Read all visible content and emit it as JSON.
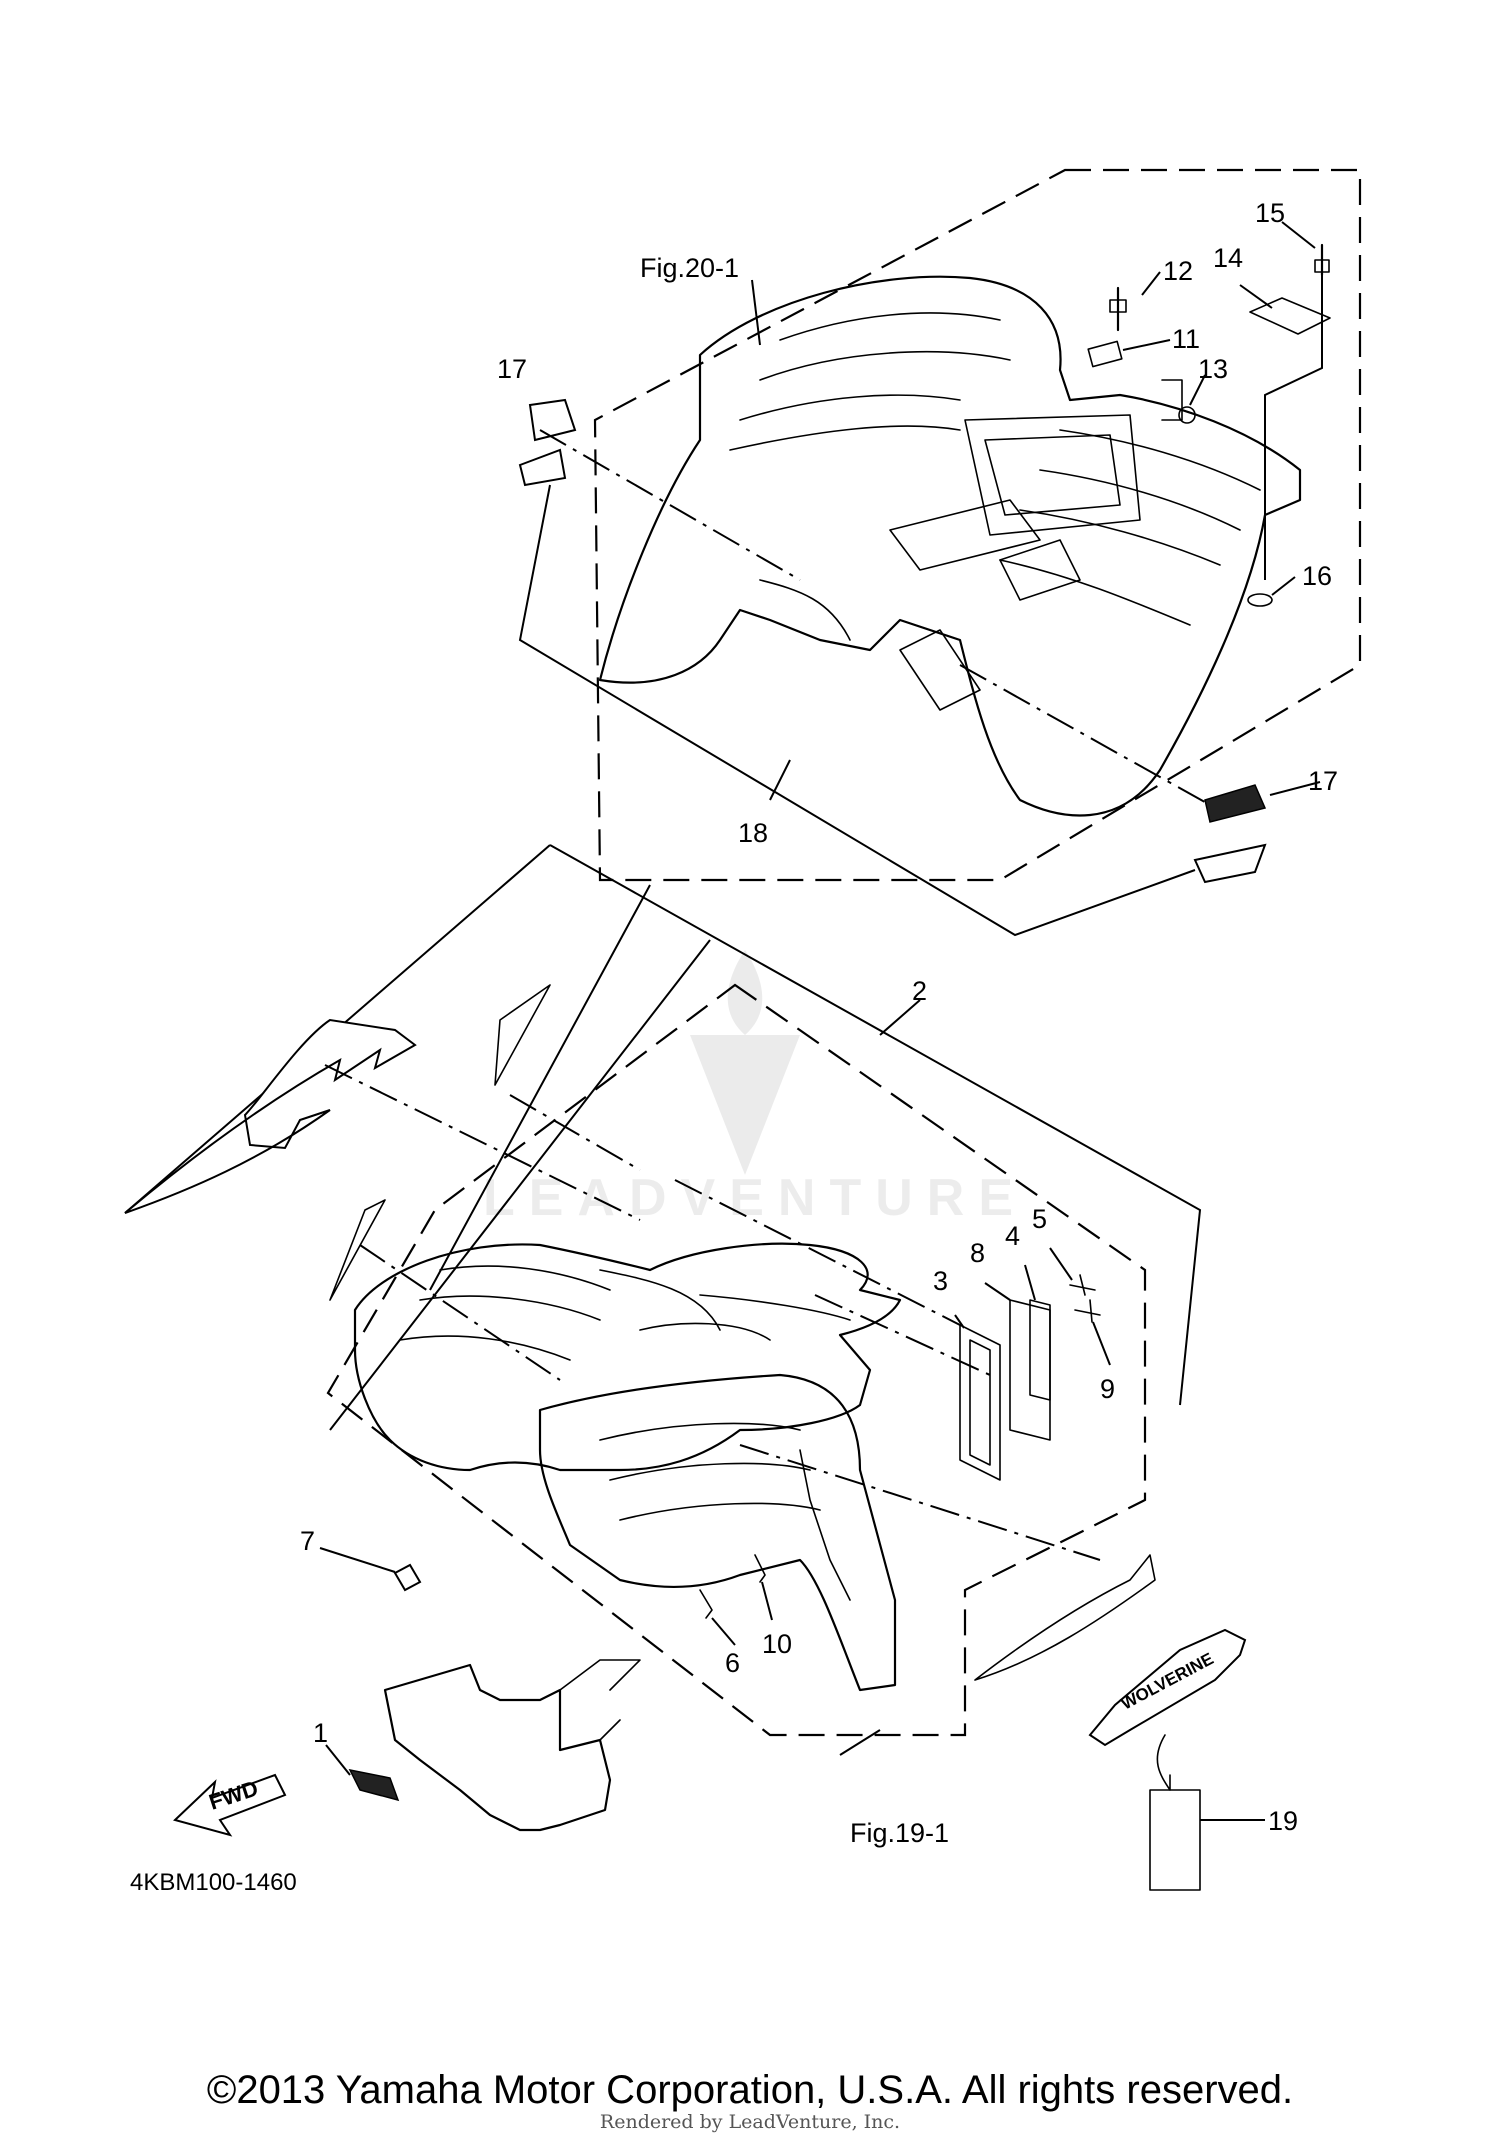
{
  "diagram": {
    "figure_refs": {
      "rear": "Fig.20-1",
      "front": "Fig.19-1"
    },
    "callouts": {
      "c1": "1",
      "c2": "2",
      "c3": "3",
      "c4": "4",
      "c5": "5",
      "c6": "6",
      "c7": "7",
      "c8": "8",
      "c9": "9",
      "c10": "10",
      "c11": "11",
      "c12": "12",
      "c13": "13",
      "c14": "14",
      "c15": "15",
      "c16": "16",
      "c17a": "17",
      "c17b": "17",
      "c18": "18",
      "c19": "19"
    },
    "fwd_label": "FWD",
    "decal_text": "WOLVERINE",
    "part_number": "4KBM100-1460",
    "watermark": "LEADVENTURE",
    "copyright": "©2013 Yamaha Motor Corporation, U.S.A. All rights reserved.",
    "rendered_by": "Rendered by LeadVenture, Inc."
  }
}
